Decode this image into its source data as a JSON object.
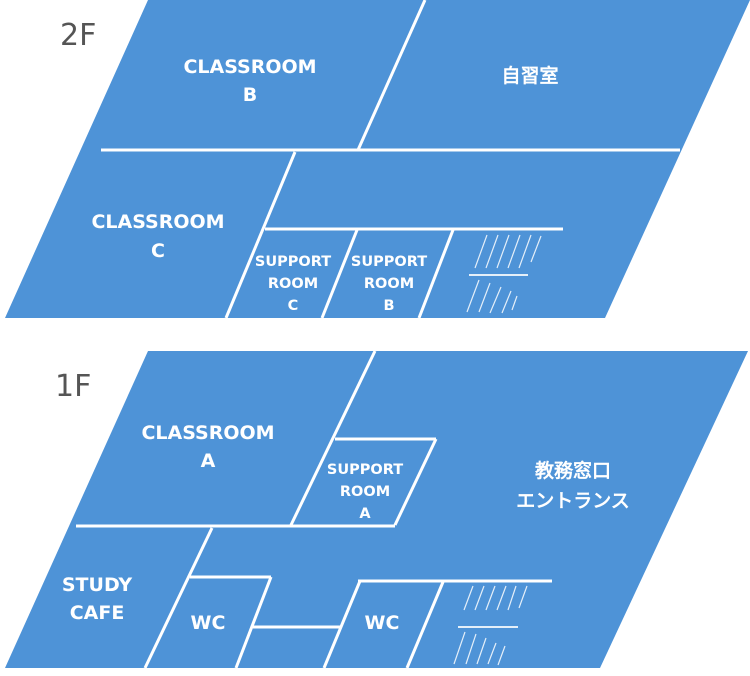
{
  "colors": {
    "floor_fill": "#4e93d7",
    "wall": "#ffffff",
    "floor_label": "#555555",
    "room_text": "#ffffff"
  },
  "floors": [
    {
      "label": "2F",
      "rooms": [
        {
          "id": "classroom-b",
          "lines": [
            "CLASSROOM",
            "B"
          ]
        },
        {
          "id": "jishuushitsu",
          "lines": [
            "自習室"
          ]
        },
        {
          "id": "classroom-c",
          "lines": [
            "CLASSROOM",
            "C"
          ]
        },
        {
          "id": "support-room-c",
          "lines": [
            "SUPPORT",
            "ROOM",
            "C"
          ]
        },
        {
          "id": "support-room-b",
          "lines": [
            "SUPPORT",
            "ROOM",
            "B"
          ]
        }
      ],
      "stairs": true
    },
    {
      "label": "1F",
      "rooms": [
        {
          "id": "classroom-a",
          "lines": [
            "CLASSROOM",
            "A"
          ]
        },
        {
          "id": "support-room-a",
          "lines": [
            "SUPPORT",
            "ROOM",
            "A"
          ]
        },
        {
          "id": "office-entrance",
          "lines": [
            "教務窓口",
            "エントランス"
          ]
        },
        {
          "id": "study-cafe",
          "lines": [
            "STUDY",
            "CAFE"
          ]
        },
        {
          "id": "wc-1",
          "lines": [
            "WC"
          ]
        },
        {
          "id": "wc-2",
          "lines": [
            "WC"
          ]
        }
      ],
      "stairs": true
    }
  ]
}
